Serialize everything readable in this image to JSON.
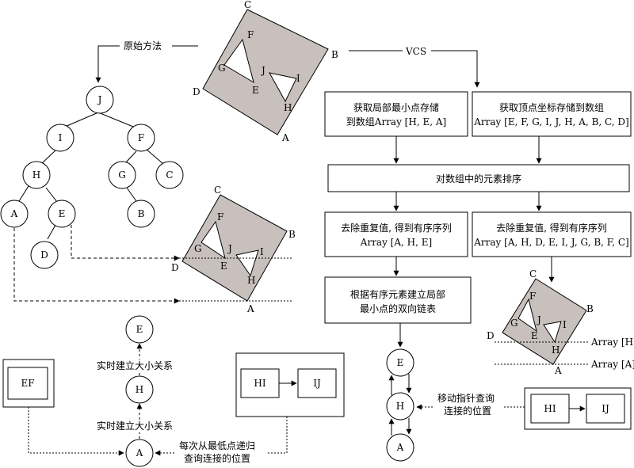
{
  "labels": {
    "original_method": "原始方法",
    "vcs": "VCS",
    "realtime_relation_1": "实时建立大小关系",
    "realtime_relation_2": "实时建立大小关系",
    "recursive_query_1": "每次从最低点递归",
    "recursive_query_2": "查询连接的位置",
    "move_pointer_1": "移动指针查询",
    "move_pointer_2": "连接的位置",
    "array_h": "Array [H]",
    "array_a": "Array [A]"
  },
  "tree_nodes": [
    "J",
    "I",
    "F",
    "H",
    "G",
    "C",
    "A",
    "E",
    "B",
    "D"
  ],
  "polygons": {
    "big": {
      "corners": [
        "A",
        "B",
        "C",
        "D"
      ],
      "tri1": [
        "F",
        "G",
        "E"
      ],
      "tri2": [
        "J",
        "I",
        "H"
      ]
    },
    "mid": {
      "corners": [
        "A",
        "B",
        "C",
        "D"
      ],
      "tri1": [
        "F",
        "G",
        "E"
      ],
      "tri2": [
        "J",
        "I",
        "H"
      ]
    },
    "small": {
      "corners": [
        "A",
        "B",
        "C",
        "D"
      ],
      "tri1": [
        "F",
        "G",
        "E"
      ],
      "tri2": [
        "J",
        "I",
        "H"
      ]
    }
  },
  "left_chain": [
    "E",
    "H",
    "A"
  ],
  "right_chain": [
    "E",
    "H",
    "A"
  ],
  "boxes": {
    "ef": "EF",
    "hi_left": "HI",
    "ij_left": "IJ",
    "hi_right": "HI",
    "ij_right": "IJ"
  },
  "flow": {
    "local_min_1": "获取局部最小点存储",
    "local_min_2": "到数组Array [H, E, A]",
    "vertex_1": "获取顶点坐标存储到数组",
    "vertex_2": "Array [E, F, G, I, J, H, A, B, C, D]",
    "sort": "对数组中的元素排序",
    "dedup_left_1": "去除重复值, 得到有序序列",
    "dedup_left_2": "Array [A, H, E]",
    "dedup_right_1": "去除重复值, 得到有序序列",
    "dedup_right_2": "Array [A, H, D, E, I, J, G, B, F, C]",
    "linked_1": "根据有序元素建立局部",
    "linked_2": "最小点的双向链表"
  }
}
